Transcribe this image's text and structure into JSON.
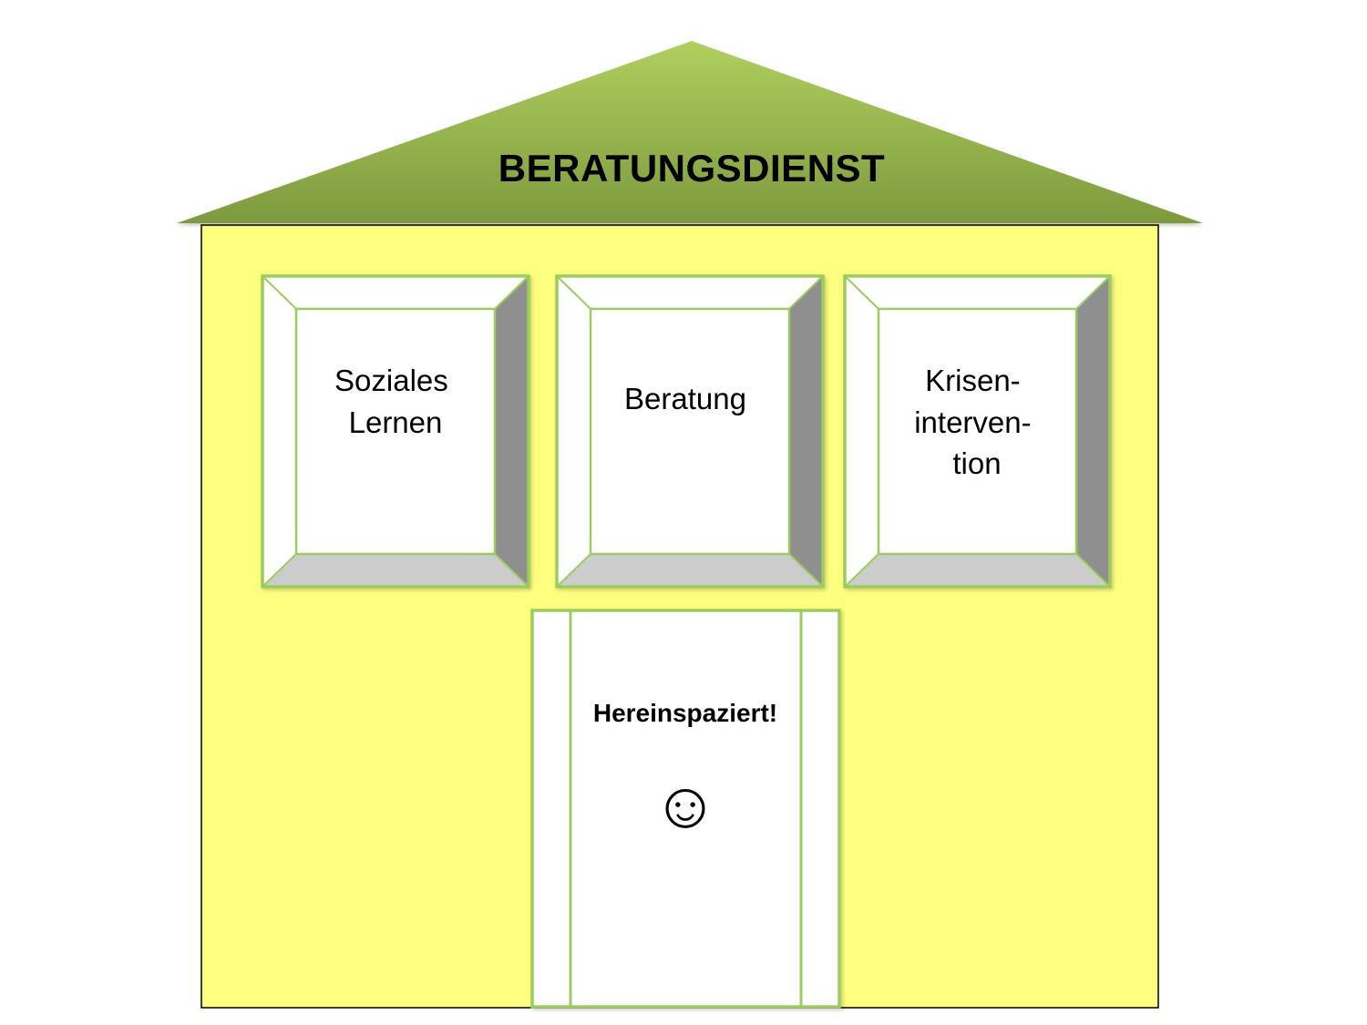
{
  "roof": {
    "title": "BERATUNGSDIENST"
  },
  "windows": [
    {
      "lines": [
        "Soziales",
        "Lernen"
      ]
    },
    {
      "lines": [
        "Beratung"
      ]
    },
    {
      "lines": [
        "Krisen-",
        "interven-",
        "tion"
      ]
    }
  ],
  "door": {
    "label": "Hereinspaziert!",
    "emoticon": "☺"
  },
  "colors": {
    "wall": "#ffff7f",
    "roof_top": "#a9c95a",
    "roof_bottom": "#7d9b3a",
    "frame_green": "#9ccc5e",
    "bevel_light": "#cccccc",
    "bevel_dark": "#8f8f8f"
  }
}
